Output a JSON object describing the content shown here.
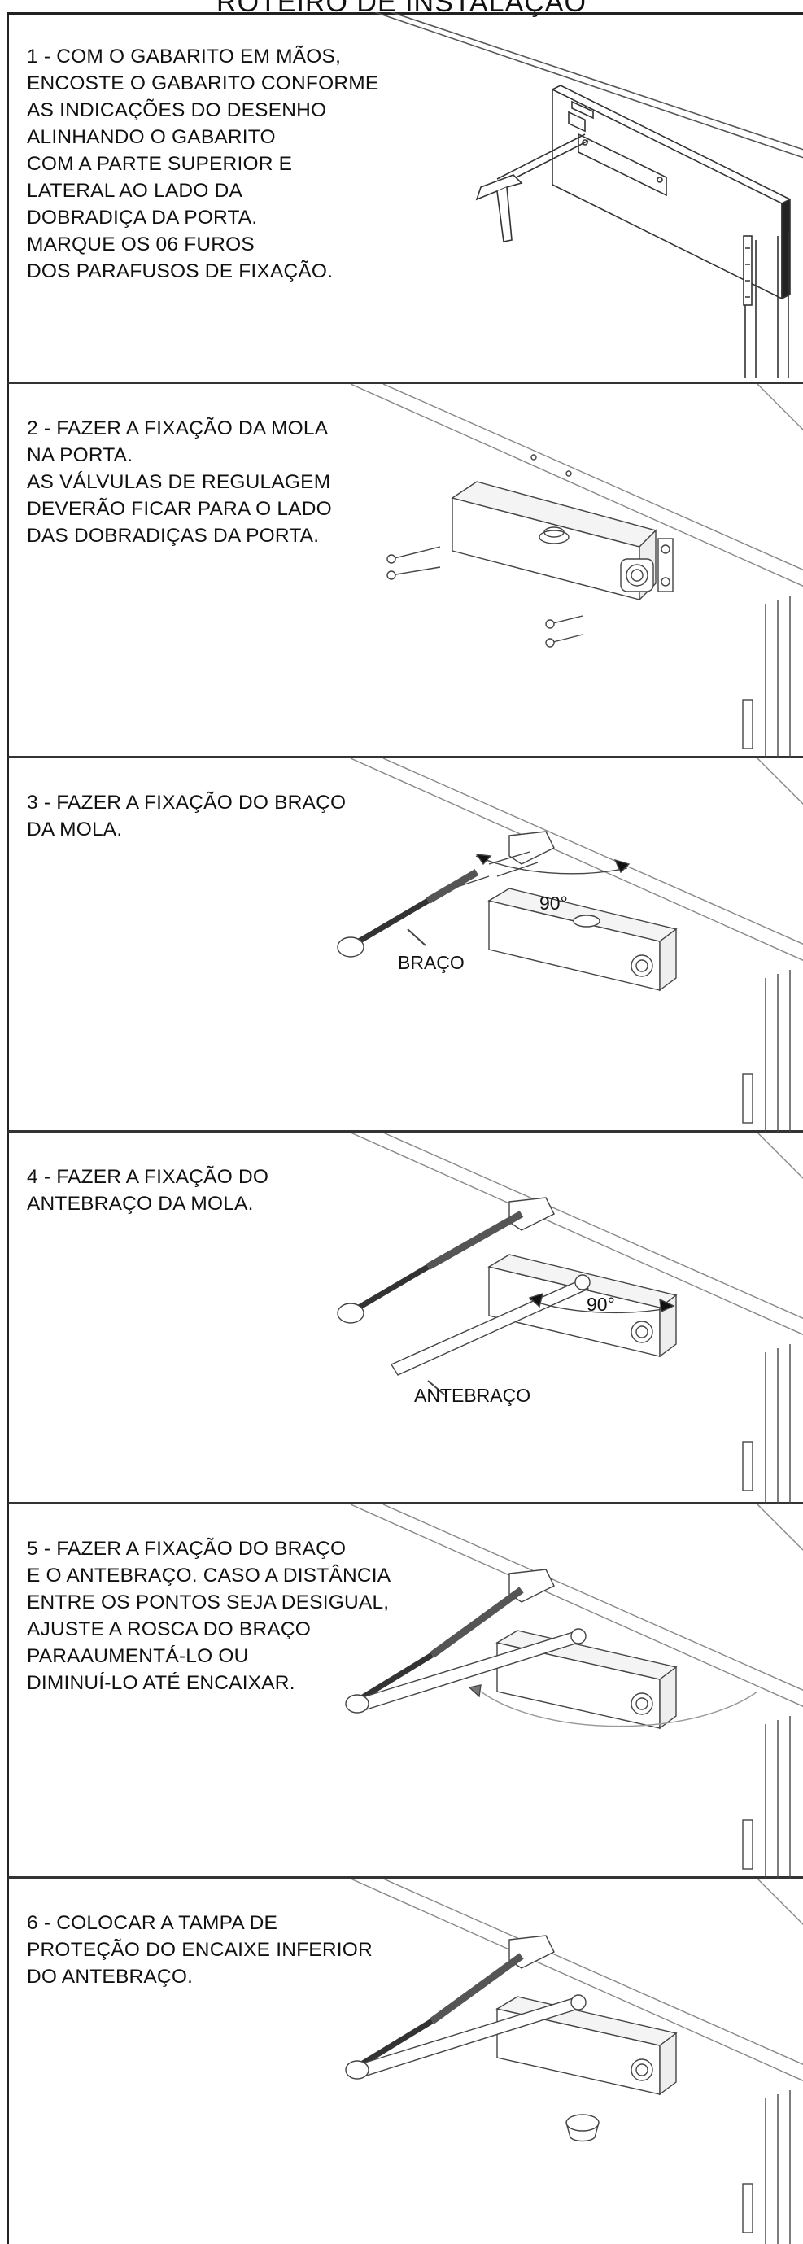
{
  "page_title": "ROTEIRO DE INSTALAÇÃO",
  "steps": [
    {
      "text": "1 - COM O GABARITO EM MÃOS,\nENCOSTE O GABARITO CONFORME\nAS INDICAÇÕES  DO DESENHO\nALINHANDO O GABARITO\nCOM A PARTE SUPERIOR E\nLATERAL AO LADO DA\nDOBRADIÇA DA PORTA.\nMARQUE OS 06 FUROS\nDOS PARAFUSOS DE FIXAÇÃO."
    },
    {
      "text": "2 - FAZER A FIXAÇÃO  DA MOLA\nNA PORTA.\nAS VÁLVULAS DE REGULAGEM\nDEVERÃO  FICAR PARA O LADO\nDAS DOBRADIÇAS  DA PORTA."
    },
    {
      "text": "3 - FAZER A FIXAÇÃO  DO BRAÇO\nDA MOLA.",
      "angle_label": "90°",
      "part_label": "BRAÇO"
    },
    {
      "text": "4 - FAZER A FIXAÇÃO  DO\nANTEBRAÇO  DA MOLA.",
      "angle_label": "90°",
      "part_label": "ANTEBRAÇO"
    },
    {
      "text": "5 - FAZER A FIXAÇÃO  DO BRAÇO\nE O ANTEBRAÇO.  CASO A DISTÂNCIA\nENTRE OS PONTOS SEJA DESIGUAL,\nAJUSTE  A ROSCA DO BRAÇO\nPARAAUMENTÁ-LO  OU\nDIMINUÍ-LO ATÉ ENCAIXAR."
    },
    {
      "text": "6 - COLOCAR  A TAMPA DE\nPROTEÇÃO  DO ENCAIXE  INFERIOR\nDO ANTEBRAÇO."
    }
  ]
}
